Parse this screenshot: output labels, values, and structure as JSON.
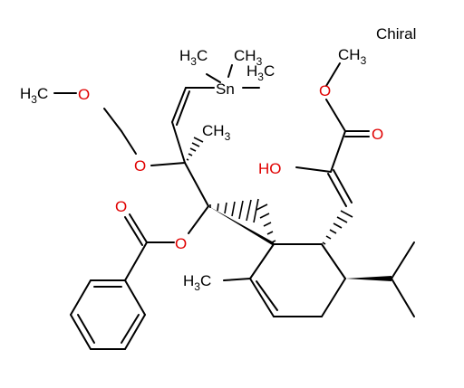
{
  "annotation": "Chiral",
  "colors": {
    "bond": "#000000",
    "oxygen": "#e00000",
    "text": "#000000"
  },
  "labels": {
    "methyl_mom": {
      "main": "H",
      "sub": "3",
      "tail": "C"
    },
    "mom_o1": "O",
    "mom_o2": "O",
    "sn_me1": {
      "main": "H",
      "sub": "3",
      "tail": "C"
    },
    "sn_me2": {
      "main": "CH",
      "sub": "3"
    },
    "sn_me3": {
      "main": "H",
      "sub": "3",
      "tail": "C"
    },
    "tin": "Sn",
    "quat_methyl": {
      "main": "CH",
      "sub": "3"
    },
    "benzoate_o_carbonyl": "O",
    "benzoate_o_ester": "O",
    "ring_methyl": {
      "main": "H",
      "sub": "3",
      "tail": "C"
    },
    "ester_o_methyl": "O",
    "ester_methyl": {
      "main": "CH",
      "sub": "3"
    },
    "ester_o_carbonyl": "O",
    "enol_oh": "HO"
  }
}
